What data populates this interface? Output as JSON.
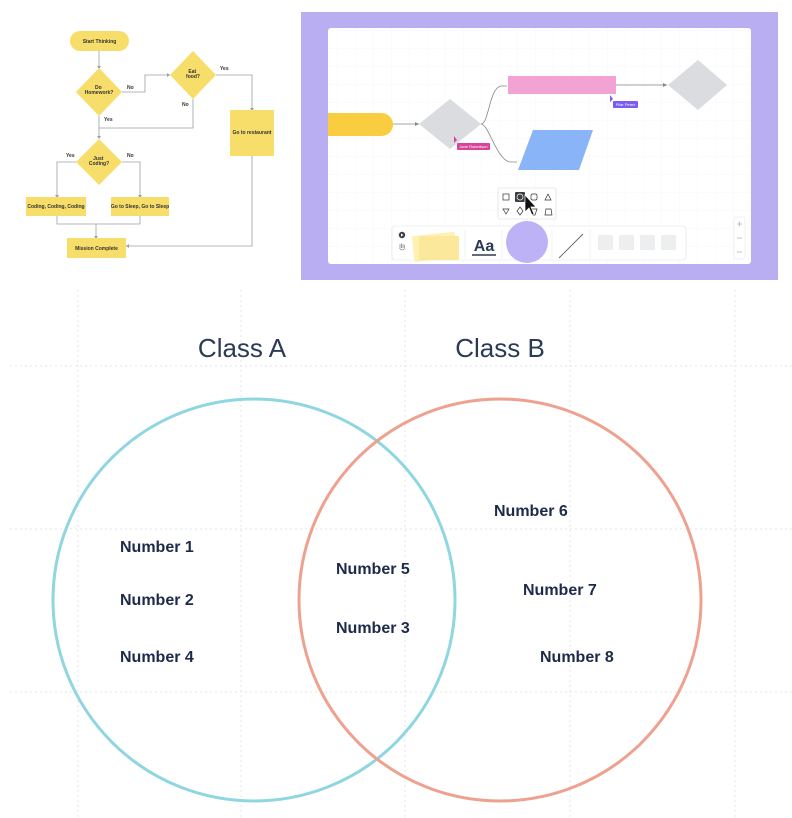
{
  "flowchart": {
    "nodes": {
      "start": "Start Thinking",
      "do_homework": "Do\nHomework?",
      "eat_food": "Eat\nfood?",
      "go_restaurant": "Go to restaurant",
      "just_coding": "Just\nCoding?",
      "coding": "Coding, Coding, Coding",
      "sleep": "Go to Sleep, Go to Sleep",
      "mission": "Mission Complete"
    },
    "edge_labels": {
      "homework_no": "No",
      "homework_yes": "Yes",
      "food_yes": "Yes",
      "food_no": "No",
      "coding_yes": "Yes",
      "coding_no": "No"
    },
    "colors": {
      "node_fill": "#f7de6b",
      "line": "#9aa0a6"
    }
  },
  "whiteboard": {
    "cursors": {
      "cursor_1": "Jane Robertson",
      "cursor_2": "Pilar Perez"
    },
    "toolbar": {
      "text_tool": "Aa"
    },
    "colors": {
      "frame": "#b9aef2",
      "pink_rect": "#f3a3d3",
      "blue_parallelogram": "#89b4f8",
      "yellow_pill": "#f9cd3f",
      "gray_diamond": "#dadce0",
      "circle_tool": "#bcb2f5",
      "cursor_1": "#d7449a",
      "cursor_2": "#7a5cf0"
    },
    "icons": [
      "play-icon",
      "hand-icon",
      "square-icon",
      "circle-icon",
      "triangle-icon",
      "diamond-icon",
      "pointer-cursor-icon"
    ]
  },
  "venn": {
    "class_a": "Class A",
    "class_b": "Class B",
    "a_items": [
      "Number 1",
      "Number 2",
      "Number 4"
    ],
    "both_items": [
      "Number 5",
      "Number 3"
    ],
    "b_items": [
      "Number 6",
      "Number 7",
      "Number 8"
    ],
    "colors": {
      "circle_a": "#8fd6e1",
      "circle_b": "#eea18f",
      "grid": "#e3e6ea"
    }
  }
}
